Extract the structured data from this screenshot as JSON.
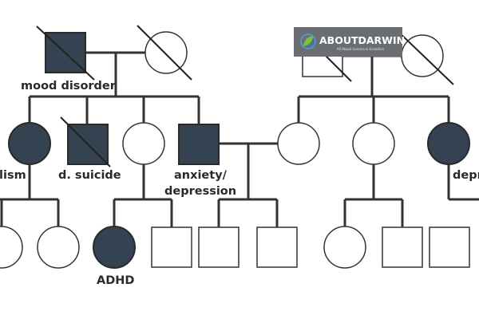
{
  "pedigree": {
    "labels": {
      "mood_disorder": "mood disorder",
      "alcoholism_partial": "lism",
      "deceased_suicide": "d. suicide",
      "anxiety_line1": "anxiety/",
      "anxiety_line2": "depression",
      "adhd": "ADHD",
      "depression_partial": "depr"
    }
  },
  "watermark": {
    "brand": "ABOUTDARWIN",
    "tagline": "All About Science & Evolution"
  },
  "colors": {
    "affected": "#354251",
    "line": "#333333",
    "logo_background": "#6a6e72",
    "logo_accent": "#7ac143"
  }
}
